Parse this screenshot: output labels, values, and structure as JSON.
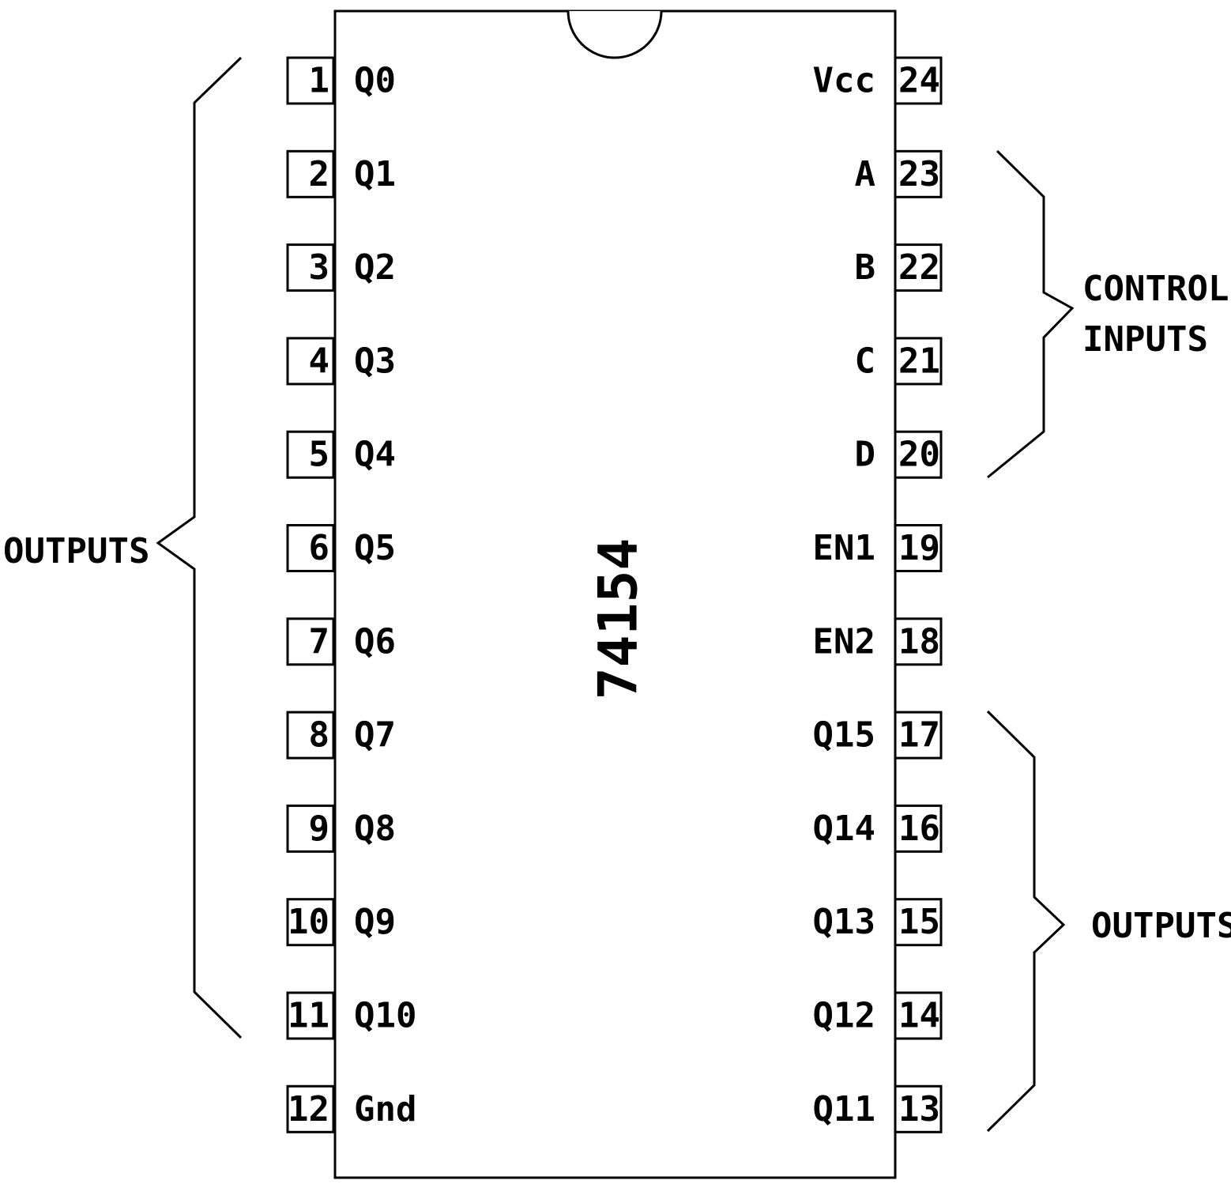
{
  "chip": {
    "part_number": "74154"
  },
  "left_pins": [
    {
      "number": "1",
      "label": "Q0"
    },
    {
      "number": "2",
      "label": "Q1"
    },
    {
      "number": "3",
      "label": "Q2"
    },
    {
      "number": "4",
      "label": "Q3"
    },
    {
      "number": "5",
      "label": "Q4"
    },
    {
      "number": "6",
      "label": "Q5"
    },
    {
      "number": "7",
      "label": "Q6"
    },
    {
      "number": "8",
      "label": "Q7"
    },
    {
      "number": "9",
      "label": "Q8"
    },
    {
      "number": "10",
      "label": "Q9"
    },
    {
      "number": "11",
      "label": "Q10"
    },
    {
      "number": "12",
      "label": "Gnd"
    }
  ],
  "right_pins": [
    {
      "number": "24",
      "label": "Vcc"
    },
    {
      "number": "23",
      "label": "A"
    },
    {
      "number": "22",
      "label": "B"
    },
    {
      "number": "21",
      "label": "C"
    },
    {
      "number": "20",
      "label": "D"
    },
    {
      "number": "19",
      "label": "EN1"
    },
    {
      "number": "18",
      "label": "EN2"
    },
    {
      "number": "17",
      "label": "Q15"
    },
    {
      "number": "16",
      "label": "Q14"
    },
    {
      "number": "15",
      "label": "Q13"
    },
    {
      "number": "14",
      "label": "Q12"
    },
    {
      "number": "13",
      "label": "Q11"
    }
  ],
  "groups": {
    "left_outputs": "OUTPUTS",
    "control_inputs_line1": "CONTROL",
    "control_inputs_line2": "INPUTS",
    "right_outputs": "OUTPUTS"
  }
}
